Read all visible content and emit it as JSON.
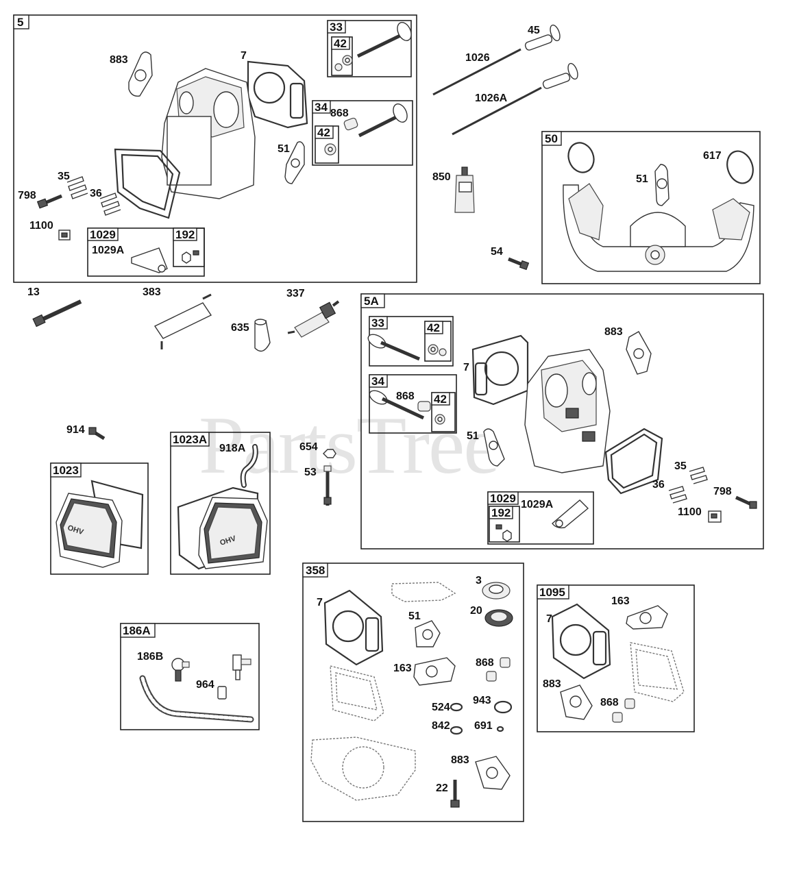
{
  "watermark": "PartsTree",
  "groups": {
    "g5": {
      "tag": "5",
      "subtags": {
        "s33": "33",
        "s42a": "42",
        "s34": "34",
        "s42b": "42",
        "s1029": "1029",
        "s192": "192"
      },
      "labels": {
        "l883": "883",
        "l7": "7",
        "l868": "868",
        "l51": "51",
        "l35": "35",
        "l36": "36",
        "l798": "798",
        "l1100": "1100",
        "l1029A": "1029A"
      }
    },
    "loose_top": {
      "l45": "45",
      "l1026": "1026",
      "l1026A": "1026A",
      "l850": "850",
      "l54": "54"
    },
    "g50": {
      "tag": "50",
      "labels": {
        "l51": "51",
        "l617": "617"
      }
    },
    "loose_mid": {
      "l13": "13",
      "l383": "383",
      "l337": "337",
      "l635": "635",
      "l914": "914",
      "l654": "654",
      "l53": "53"
    },
    "g5A": {
      "tag": "5A",
      "subtags": {
        "s33": "33",
        "s42a": "42",
        "s34": "34",
        "s42b": "42",
        "s1029": "1029",
        "s192": "192"
      },
      "labels": {
        "l883": "883",
        "l7": "7",
        "l868": "868",
        "l51": "51",
        "l35": "35",
        "l36": "36",
        "l798": "798",
        "l1100": "1100",
        "l1029A": "1029A"
      }
    },
    "g1023": {
      "tag": "1023"
    },
    "g1023A": {
      "tag": "1023A",
      "labels": {
        "l918A": "918A"
      }
    },
    "g186A": {
      "tag": "186A",
      "labels": {
        "l186B": "186B",
        "l964": "964"
      }
    },
    "g358": {
      "tag": "358",
      "labels": {
        "l7": "7",
        "l51": "51",
        "l3": "3",
        "l20": "20",
        "l163": "163",
        "l868": "868",
        "l524": "524",
        "l943": "943",
        "l842": "842",
        "l691": "691",
        "l883": "883",
        "l22": "22"
      }
    },
    "g1095": {
      "tag": "1095",
      "labels": {
        "l7": "7",
        "l163": "163",
        "l883": "883",
        "l868": "868"
      }
    }
  },
  "icons": [
    "cylinder-head",
    "head-gasket",
    "valve",
    "valve-spring",
    "rocker-arm",
    "bolt",
    "spark-plug",
    "valve-cover",
    "intake-manifold",
    "sealant-tube",
    "push-rod"
  ]
}
